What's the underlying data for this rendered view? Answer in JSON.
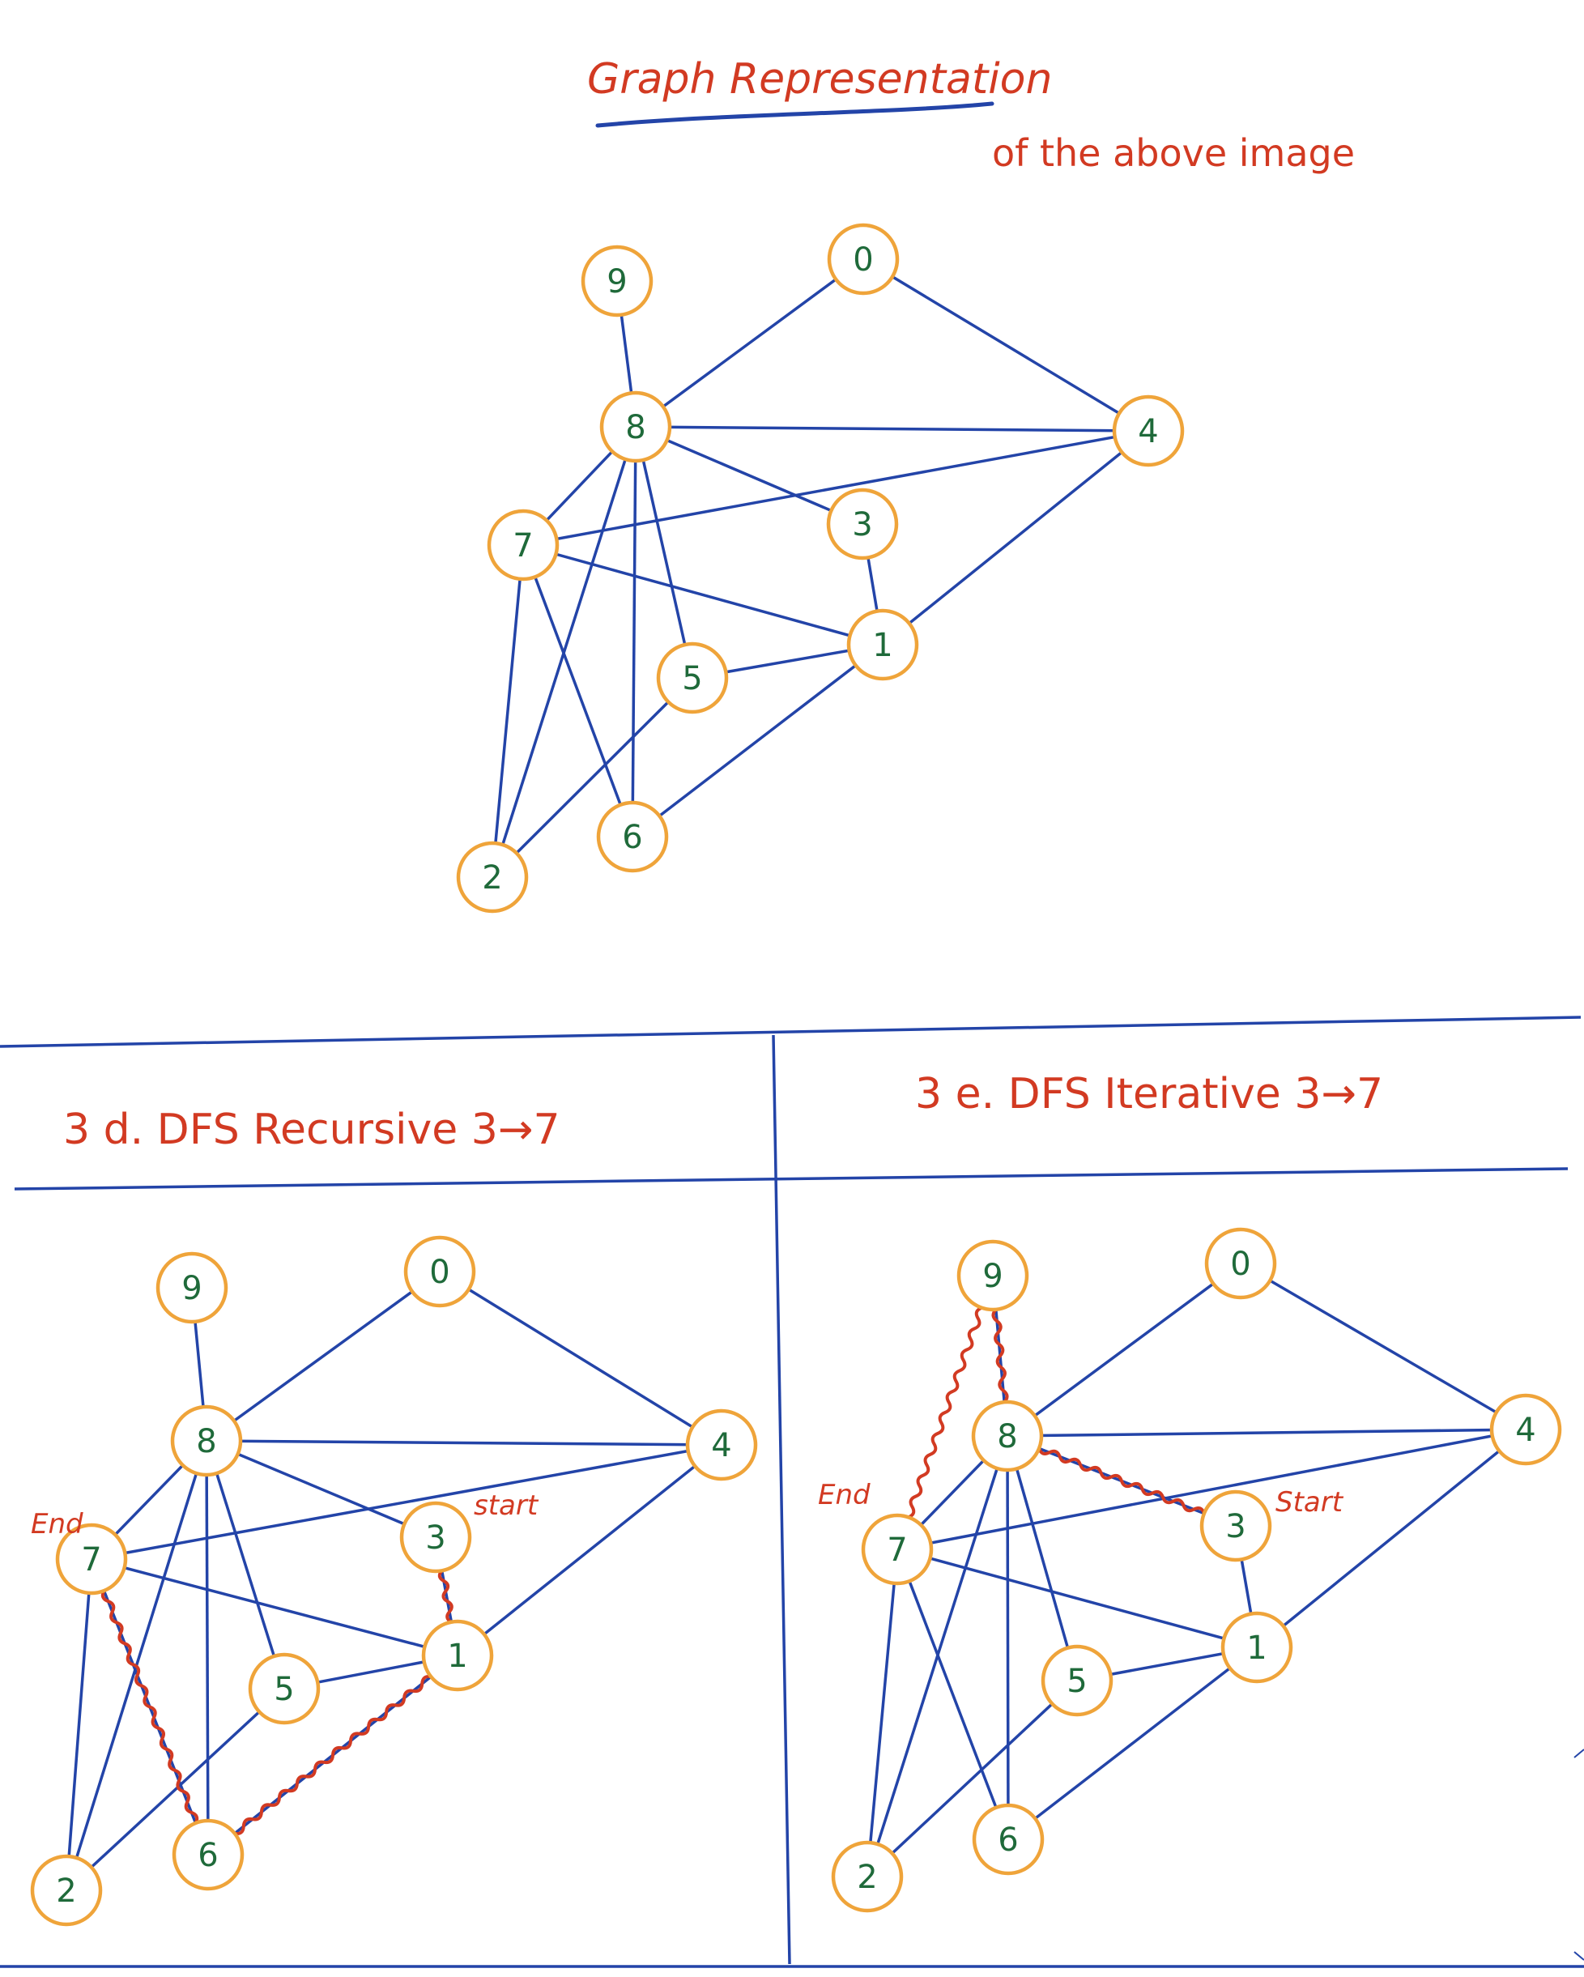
{
  "title": "Graph Representation",
  "subtitle": "of the above image",
  "panel_left_title": "3 d. DFS Recursive 3→7",
  "panel_right_title": "3 e. DFS Iterative 3→7",
  "labels": {
    "left_start": "start",
    "left_end": "End",
    "right_start": "Start",
    "right_end": "End"
  },
  "graph": {
    "nodes": [
      "0",
      "1",
      "2",
      "3",
      "4",
      "5",
      "6",
      "7",
      "8",
      "9"
    ],
    "edges": [
      [
        "0",
        "8"
      ],
      [
        "0",
        "4"
      ],
      [
        "9",
        "8"
      ],
      [
        "8",
        "4"
      ],
      [
        "8",
        "3"
      ],
      [
        "8",
        "7"
      ],
      [
        "8",
        "5"
      ],
      [
        "8",
        "6"
      ],
      [
        "8",
        "2"
      ],
      [
        "4",
        "7"
      ],
      [
        "4",
        "1"
      ],
      [
        "3",
        "1"
      ],
      [
        "7",
        "1"
      ],
      [
        "7",
        "2"
      ],
      [
        "7",
        "6"
      ],
      [
        "5",
        "1"
      ],
      [
        "5",
        "2"
      ],
      [
        "1",
        "6"
      ]
    ]
  },
  "recursive_path": [
    "3",
    "1",
    "6",
    "7"
  ],
  "iterative_path": [
    "3",
    "8",
    "9",
    "7"
  ],
  "colors": {
    "edge": "#2344a8",
    "node_border": "#efa43a",
    "node_text": "#1f6a3a",
    "annotation": "#d23a22"
  }
}
